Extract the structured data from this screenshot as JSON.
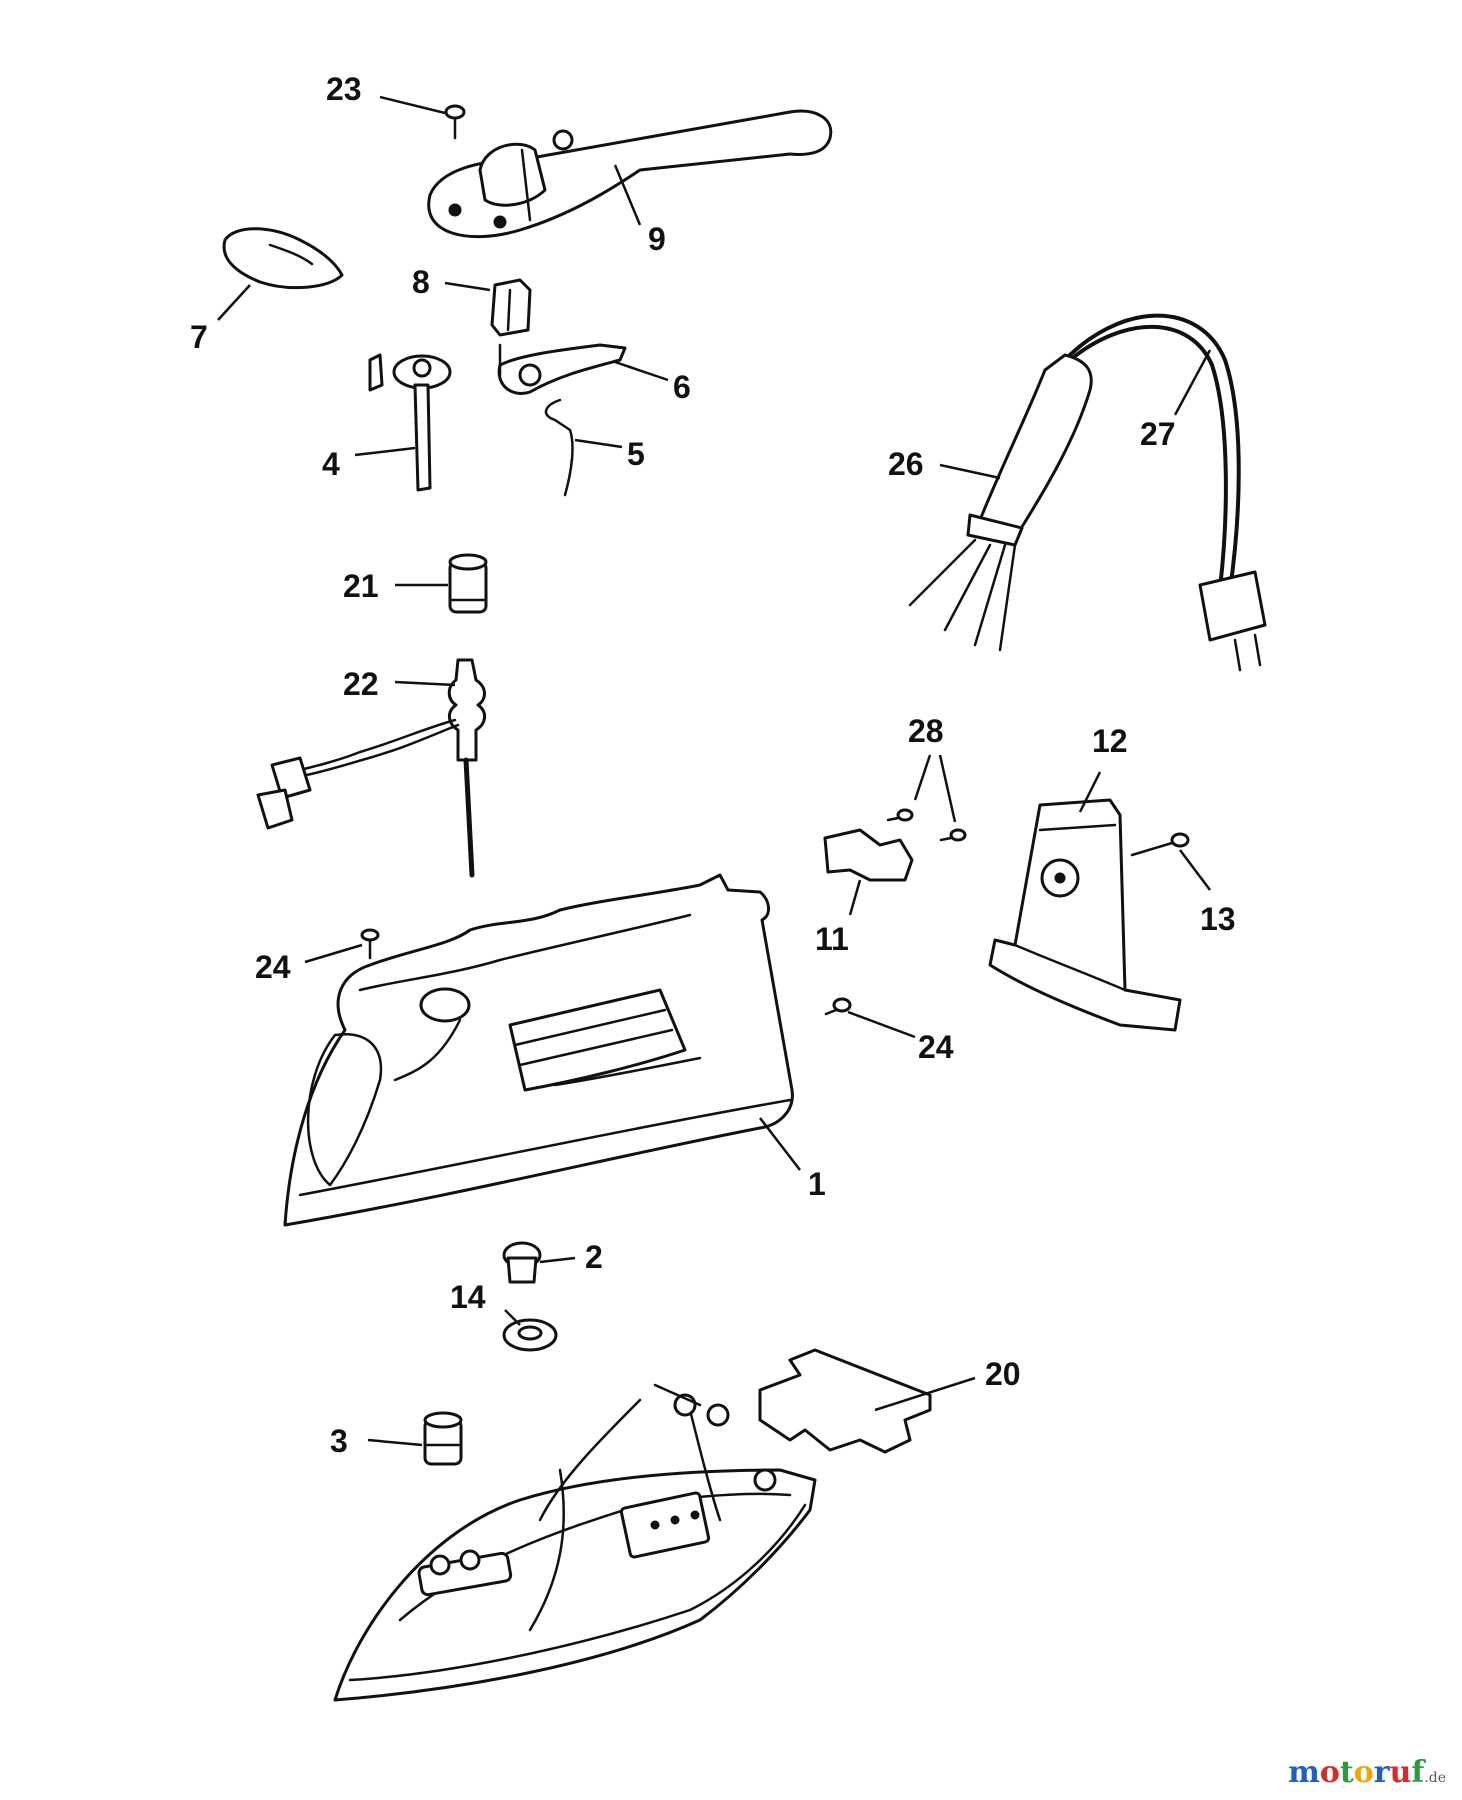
{
  "callouts": {
    "p23": "23",
    "p9": "9",
    "p7": "7",
    "p8": "8",
    "p6": "6",
    "p4": "4",
    "p5": "5",
    "p27": "27",
    "p26": "26",
    "p21": "21",
    "p22": "22",
    "p28": "28",
    "p12": "12",
    "p13": "13",
    "p11": "11",
    "p24a": "24",
    "p24b": "24",
    "p1": "1",
    "p2": "2",
    "p14": "14",
    "p20": "20",
    "p3": "3"
  },
  "watermark": {
    "letters": [
      "m",
      "o",
      "t",
      "o",
      "r",
      "u",
      "f"
    ],
    "letter_colors": [
      "#1f5fbf",
      "#d62b2b",
      "#2e9b3a",
      "#f0a500",
      "#1f5fbf",
      "#d62b2b",
      "#2e9b3a"
    ],
    "tld": ".de"
  }
}
